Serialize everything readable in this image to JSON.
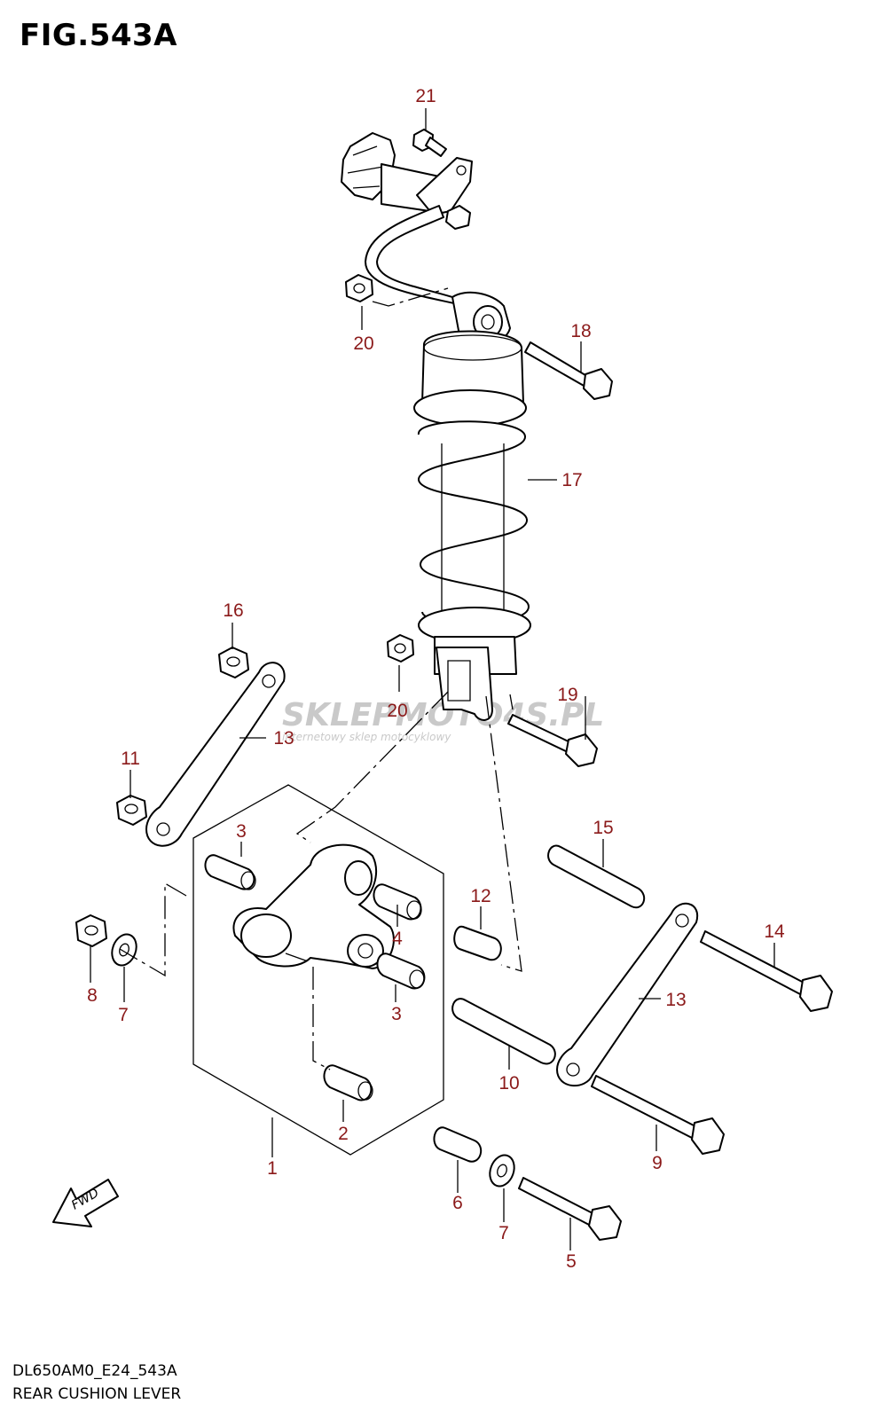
{
  "figure": {
    "title": "FIG.543A",
    "code": "DL650AM0_E24_543A",
    "name": "REAR CUSHION LEVER"
  },
  "watermark": {
    "main": "SKLEPMOTO4S.PL",
    "sub": "internetowy sklep motocyklowy"
  },
  "fwd_label": "FWD",
  "callouts": {
    "c1": "1",
    "c2": "2",
    "c3a": "3",
    "c3b": "3",
    "c4": "4",
    "c5": "5",
    "c6": "6",
    "c7a": "7",
    "c7b": "7",
    "c8": "8",
    "c9": "9",
    "c10": "10",
    "c11": "11",
    "c12": "12",
    "c13a": "13",
    "c13b": "13",
    "c14": "14",
    "c15": "15",
    "c16": "16",
    "c17": "17",
    "c18": "18",
    "c19": "19",
    "c20a": "20",
    "c20b": "20",
    "c21": "21"
  },
  "colors": {
    "callout": "#8b1a1a",
    "watermark": "#c9c9c9"
  }
}
